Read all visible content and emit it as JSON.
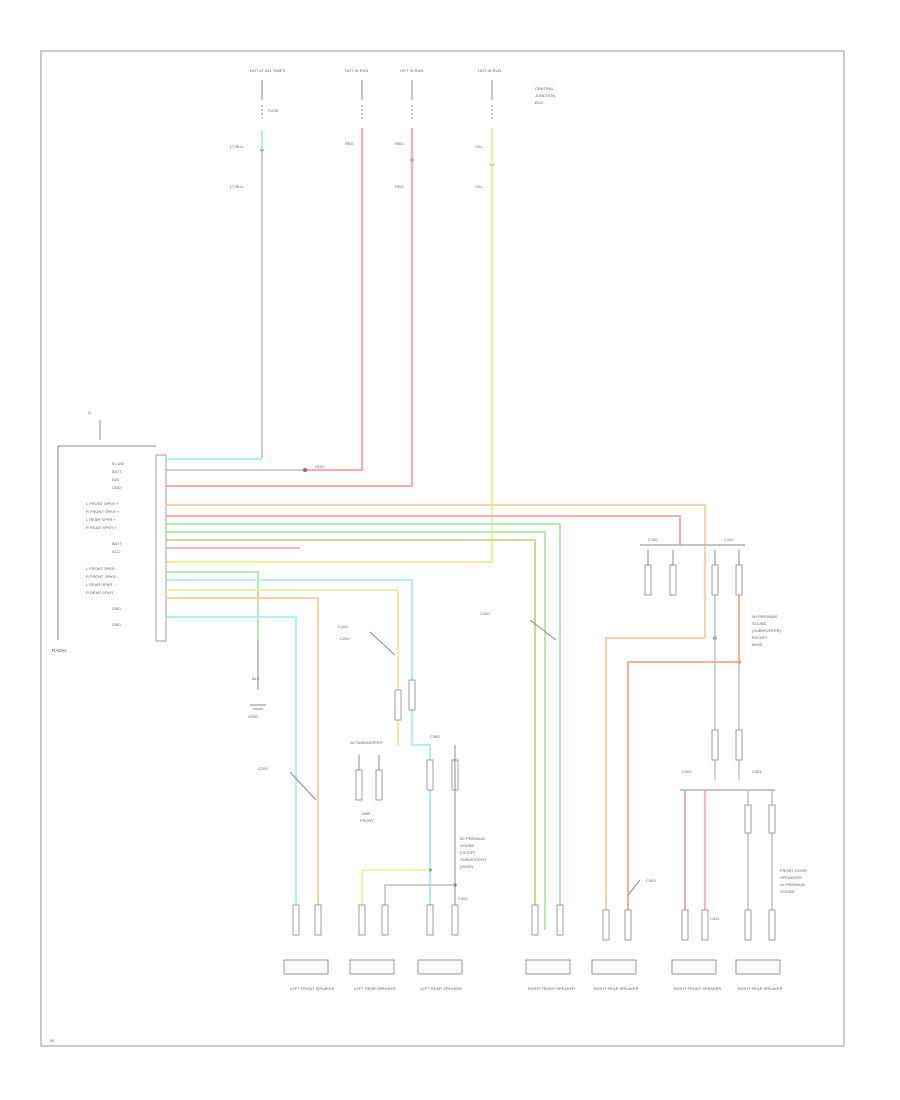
{
  "colors": {
    "frame": "#9a9a9a",
    "wire_cyan": "#a8ecf0",
    "wire_red": "#f3a0a6",
    "wire_yellow": "#f2ec90",
    "wire_orange": "#f6cfa0",
    "wire_green": "#b7e2a8",
    "wire_olive": "#c8d28a",
    "wire_salmon": "#f6a590",
    "wire_gray": "#bdbdbd",
    "ink": "#777777"
  },
  "fuses": [
    {
      "id": "f1",
      "label": "HOT AT ALL TIMES"
    },
    {
      "id": "f2",
      "label": "HOT IN RUN"
    },
    {
      "id": "f3",
      "label": "HOT IN RUN"
    },
    {
      "id": "f4",
      "label": "HOT IN RUN"
    }
  ],
  "radio": {
    "label": "RADIO",
    "ground": "G"
  },
  "speakers": [
    {
      "id": "s1",
      "label": "LEFT FRONT SPEAKER"
    },
    {
      "id": "s2",
      "label": "LEFT REAR SPEAKER"
    },
    {
      "id": "s3",
      "label": "LEFT REAR SPEAKER"
    },
    {
      "id": "s4",
      "label": "RIGHT FRONT SPEAKER"
    },
    {
      "id": "s5",
      "label": "RIGHT REAR SPEAKER"
    },
    {
      "id": "s6",
      "label": "RIGHT FRONT SPEAKER"
    },
    {
      "id": "s7",
      "label": "RIGHT REAR SPEAKER"
    }
  ],
  "footer": {
    "code": "96"
  }
}
